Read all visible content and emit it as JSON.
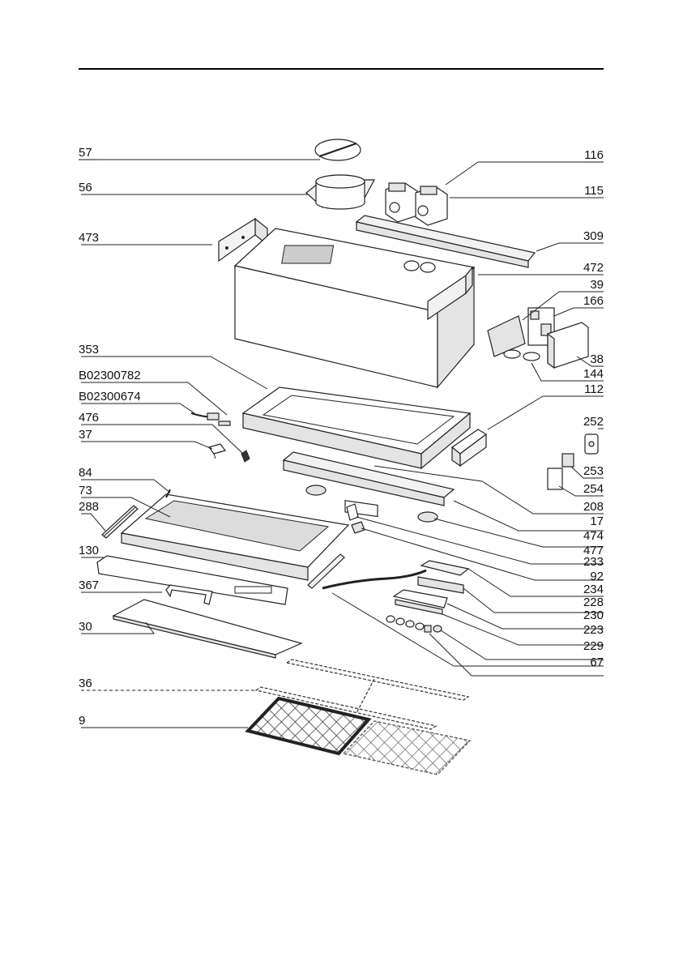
{
  "diagram": {
    "type": "exploded-parts-view",
    "labels_left": [
      "57",
      "56",
      "473",
      "353",
      "B02300782",
      "B02300674",
      "476",
      "37",
      "84",
      "73",
      "288",
      "130",
      "367",
      "30",
      "36",
      "9"
    ],
    "labels_right": [
      "116",
      "115",
      "309",
      "472",
      "39",
      "166",
      "38",
      "144",
      "112",
      "252",
      "253",
      "254",
      "208",
      "17",
      "474",
      "477",
      "233",
      "92",
      "234",
      "228",
      "230",
      "223",
      "229",
      "67"
    ]
  }
}
